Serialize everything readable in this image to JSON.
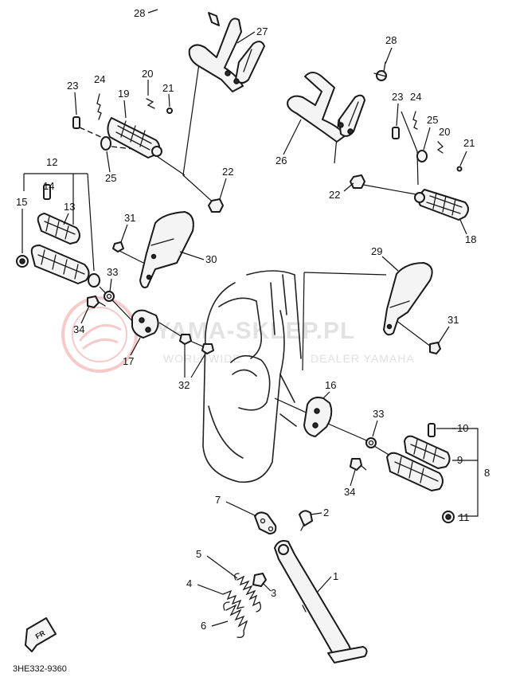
{
  "callouts": [
    "1",
    "2",
    "3",
    "4",
    "5",
    "6",
    "7",
    "8",
    "9",
    "10",
    "11",
    "12",
    "13",
    "14",
    "15",
    "16",
    "17",
    "18",
    "19",
    "20",
    "21",
    "22",
    "23",
    "24",
    "25",
    "26",
    "27",
    "28",
    "29",
    "30",
    "31",
    "32",
    "33",
    "34"
  ],
  "watermark": {
    "brand": "YAMA-SKLEP.PL",
    "subtitle_left": "WORLDWIDE",
    "subtitle_right": "DEALER YAMAHA"
  },
  "catalog_code": "3HE332-9360",
  "front_arrow": "FR"
}
